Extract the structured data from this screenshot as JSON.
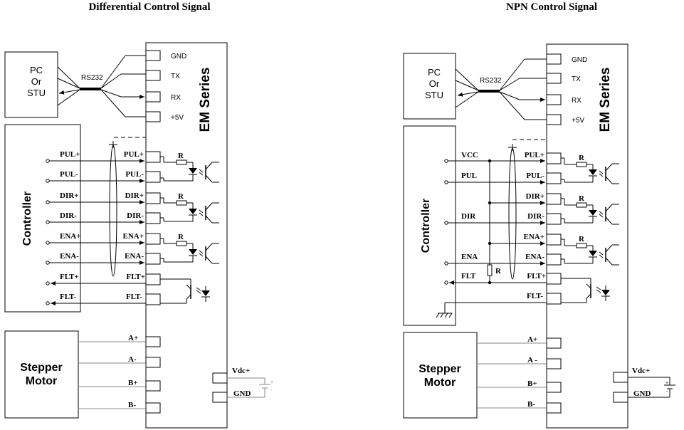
{
  "diagrams": [
    {
      "title": "Differential Control Signal",
      "pc_lines": [
        "PC",
        "Or",
        "STU"
      ],
      "cable_label": "RS232",
      "driver_label": "EM Series",
      "controller_label": "Controller",
      "motor_lines": [
        "Stepper",
        "Motor"
      ],
      "comm_terminals": [
        "GND",
        "TX",
        "RX",
        "+5V"
      ],
      "controller_signals": [
        "PUL+",
        "PUL-",
        "DIR+",
        "DIR-",
        "ENA+",
        "ENA-",
        "FLT+",
        "FLT-"
      ],
      "driver_signals": [
        "PUL+",
        "PUL-",
        "DIR+",
        "DIR-",
        "ENA+",
        "ENA-",
        "FLT+",
        "FLT-"
      ],
      "resistor_label": "R",
      "motor_terminals": [
        "A+",
        "A-",
        "B+",
        "B-"
      ],
      "power_terminals": [
        "Vdc+",
        "GND"
      ]
    },
    {
      "title": "NPN Control Signal",
      "pc_lines": [
        "PC",
        "Or",
        "STU"
      ],
      "cable_label": "RS232",
      "driver_label": "EM Series",
      "controller_label": "Controller",
      "motor_lines": [
        "Stepper",
        "Motor"
      ],
      "comm_terminals": [
        "GND",
        "TX",
        "RX",
        "+5V"
      ],
      "controller_signals": [
        "VCC",
        "PUL",
        "DIR",
        "ENA",
        "FLT"
      ],
      "driver_signals": [
        "PUL+",
        "PUL-",
        "DIR+",
        "DIR-",
        "ENA+",
        "ENA-",
        "FLT+",
        "FLT-"
      ],
      "resistor_label": "R",
      "pullup_label": "R",
      "motor_terminals": [
        "A+",
        "A -",
        "B+",
        "B-"
      ],
      "power_terminals": [
        "Vdc+",
        "GND"
      ]
    }
  ]
}
